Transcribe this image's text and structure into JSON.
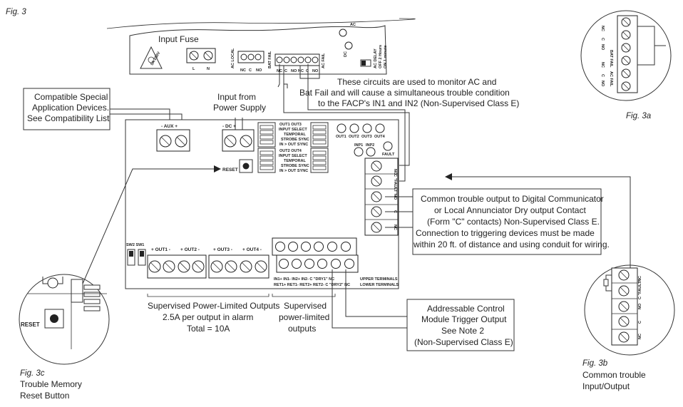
{
  "figures": {
    "main": "Fig. 3",
    "a": "Fig. 3a",
    "b": "Fig. 3b",
    "c": "Fig. 3c",
    "b_caption": [
      "Common trouble",
      "Input/Output"
    ],
    "c_caption": [
      "Trouble Memory",
      "Reset Button"
    ]
  },
  "top_board": {
    "input_fuse": "Input Fuse",
    "fuse_rating": "5A 250V",
    "power_terms": [
      "L",
      "N"
    ],
    "ac_local": "AC LOCAL",
    "relay_terms": [
      "NC",
      "C",
      "NO"
    ],
    "bat_fail": "BAT FAIL",
    "ac_fail": "AC FAIL",
    "dc": "DC",
    "ac": "AC",
    "ac_delay": "AC DELAY",
    "off_2h": "OFF 2 Hours",
    "on_1m": "ON 1 minute"
  },
  "callouts": {
    "monitor": [
      "These circuits are used to monitor AC and",
      "Bat Fail and will cause a simultaneous trouble condition",
      "to the FACP's IN1 and IN2 (Non-Supervised Class E)"
    ],
    "special_devices": [
      "Compatible Special",
      "Application Devices.",
      "See Compatibility List"
    ],
    "input_power": [
      "Input from",
      "Power Supply"
    ],
    "common_trouble": [
      "Common trouble output to Digital Communicator",
      "or Local Annunciator Dry output Contact",
      "(Form \"C\" contacts) Non-Supervised Class E.",
      "Connection to triggering devices must be made",
      "within 20 ft. of distance and using conduit for wiring."
    ],
    "addressable": [
      "Addressable Control",
      "Module Trigger Output",
      "See Note 2",
      "(Non-Supervised Class E)"
    ],
    "supervised_outputs": [
      "Supervised Power-Limited Outputs",
      "2.5A per output in alarm",
      "Total = 10A"
    ],
    "supervised_pl": [
      "Supervised",
      "power-limited",
      "outputs"
    ]
  },
  "board": {
    "aux": "- AUX +",
    "dc": "- DC +",
    "reset": "RESET",
    "dip1_top": "OUT1   OUT3",
    "dip2_top": "OUT2   OUT4",
    "dip_lines": [
      "INPUT SELECT",
      "TEMPORAL",
      "STROBE SYNC",
      "IN > OUT SYNC"
    ],
    "leds_out": [
      "OUT1",
      "OUT2",
      "OUT3",
      "OUT4"
    ],
    "leds_inp": [
      "INP1",
      "INP2"
    ],
    "fault": "FAULT",
    "fault_terms": [
      "NC",
      "C \"FAULT\"",
      "NO",
      "C",
      "NC"
    ],
    "sw": "SW2 SW1",
    "outs": [
      "+ OUT1 -",
      "+ OUT2 -",
      "+ OUT3 -",
      "+ OUT4 -"
    ],
    "in_row1": "IN1+  IN1-   IN2+   IN2-  C \"DRY1\" NC",
    "in_row2": "RET1+ RET1- RET2+ RET2-  C \"DRY2\" NC",
    "upper_terminals": "UPPER TERMINALS",
    "lower_terminals": "LOWER TERMINALS"
  },
  "fig3a": {
    "bat_fail": "BAT FAIL",
    "ac_fail": "AC FAIL",
    "terms": [
      "NC",
      "C",
      "NO"
    ]
  },
  "fig3b": {
    "terms": [
      "NC",
      "C \"FAULT\"",
      "NO",
      "C",
      "NC"
    ]
  },
  "fig3c": {
    "reset": "RESET"
  }
}
